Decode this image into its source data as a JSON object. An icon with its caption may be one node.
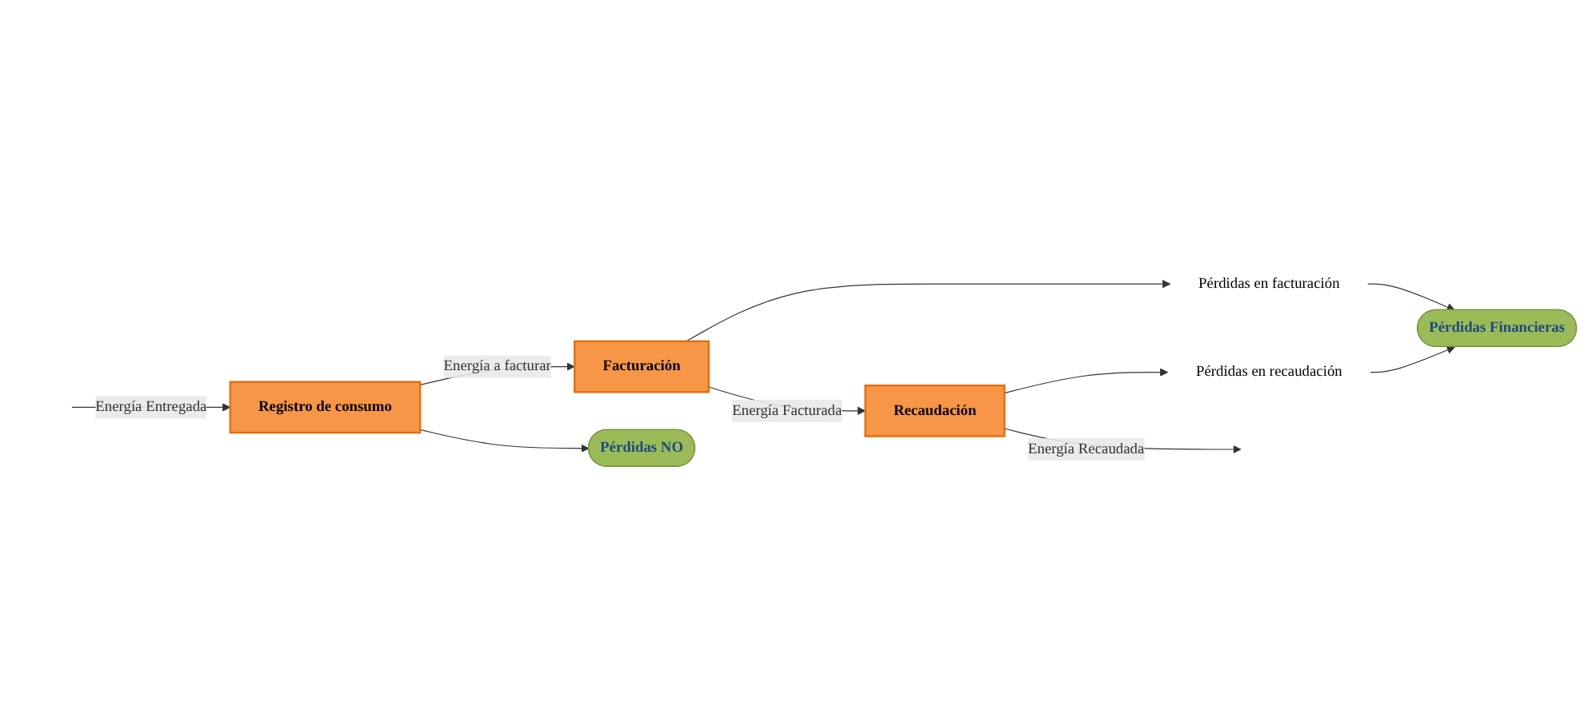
{
  "diagram": {
    "nodes": [
      {
        "text": [
          "Registro de consumo"
        ]
      },
      {
        "text": [
          "Facturación"
        ]
      },
      {
        "text": [
          "Recaudación"
        ]
      },
      {
        "text": [
          "Pérdidas NO"
        ]
      },
      {
        "text": [
          "Pérdidas en facturación"
        ]
      },
      {
        "text": [
          "Pérdidas en recaudación"
        ]
      },
      {
        "text": [
          "Pérdidas Financieras"
        ]
      }
    ],
    "edges": [
      {
        "from": null,
        "to": 0,
        "arrow": "to",
        "label": "Energía Entregada"
      },
      {
        "from": 0,
        "to": 1,
        "arrow": "to",
        "label": "Energía a facturar"
      },
      {
        "from": 1,
        "to": 2,
        "arrow": "to",
        "label": "Energía Facturada"
      },
      {
        "from": 2,
        "to": null,
        "arrow": "to",
        "label": "Energía Recaudada"
      },
      {
        "from": 0,
        "to": 3,
        "arrow": "to"
      },
      {
        "from": 1,
        "to": 4,
        "arrow": "to"
      },
      {
        "from": 2,
        "to": 5,
        "arrow": "to"
      },
      {
        "from": 4,
        "to": 6,
        "arrow": "to"
      },
      {
        "from": 5,
        "to": 6,
        "arrow": "to"
      }
    ]
  }
}
